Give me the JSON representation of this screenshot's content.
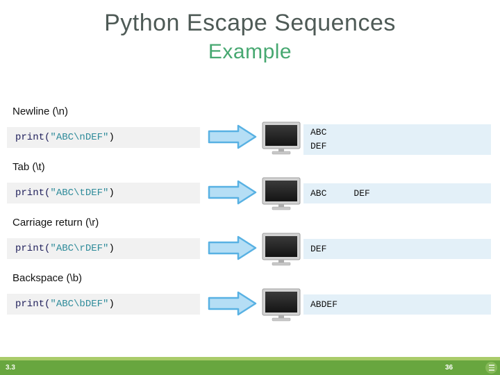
{
  "slide": {
    "title": "Python Escape Sequences",
    "subtitle": "Example",
    "rows": [
      {
        "label": "Newline (\\n)",
        "code_keyword": "print(",
        "code_string": "\"ABC\\nDEF\"",
        "code_close": ")",
        "output": "ABC\nDEF"
      },
      {
        "label": "Tab (\\t)",
        "code_keyword": "print(",
        "code_string": "\"ABC\\tDEF\"",
        "code_close": ")",
        "output": "ABC     DEF"
      },
      {
        "label": "Carriage return (\\r)",
        "code_keyword": "print(",
        "code_string": "\"ABC\\rDEF\"",
        "code_close": ")",
        "output": "DEF"
      },
      {
        "label": "Backspace (\\b)",
        "code_keyword": "print(",
        "code_string": "\"ABC\\bDEF\"",
        "code_close": ")",
        "output": "ABDEF"
      }
    ],
    "footer": {
      "section": "3.3",
      "page": "36"
    },
    "colors": {
      "title": "#4e5a56",
      "subtitle": "#47a871",
      "code_box_bg": "#f1f1f1",
      "code_string": "#2e8b9a",
      "output_box_bg": "#e3f0f8",
      "arrow_fill": "#b5def5",
      "arrow_stroke": "#58b1e3",
      "footer_bar": "#68a63f",
      "footer_strip": "#a9cb69"
    }
  }
}
